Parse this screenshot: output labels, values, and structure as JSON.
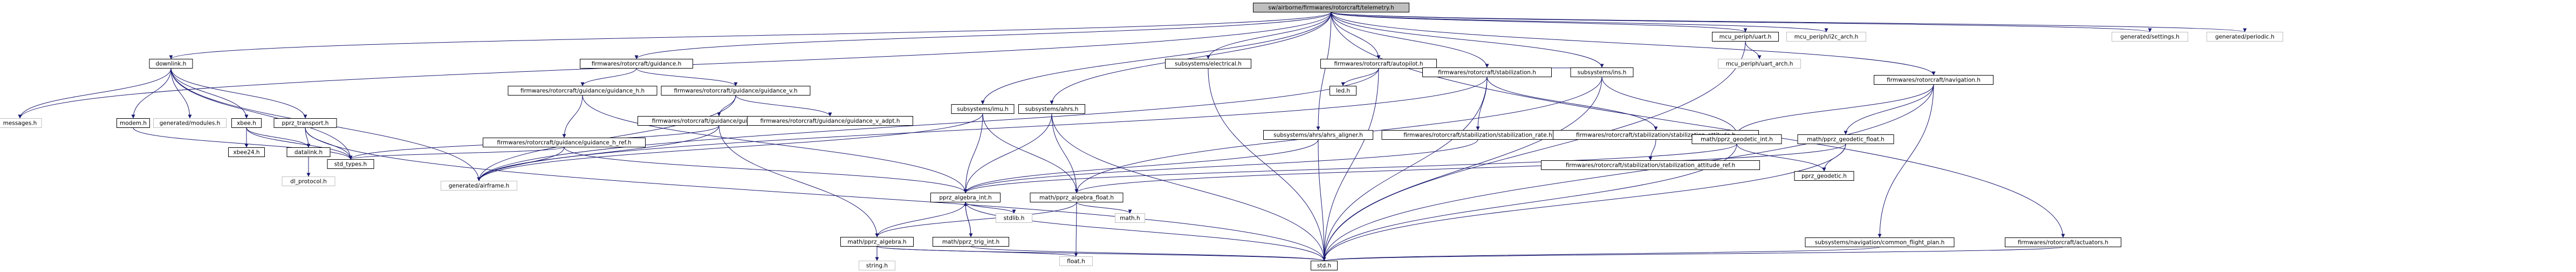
{
  "graph": {
    "title": "",
    "edge_color": "#191970",
    "node_fill_focus": "#bfbfbf",
    "node_border_internal": "#000000",
    "node_border_external": "#bfbfbf",
    "nodes": [
      {
        "id": "root",
        "label": "sw/airborne/firmwares/rotorcraft/telemetry.h",
        "kind": "focus"
      },
      {
        "id": "downlink",
        "label": "downlink.h",
        "kind": "internal"
      },
      {
        "id": "messages",
        "label": "messages.h",
        "kind": "external"
      },
      {
        "id": "modem",
        "label": "modem.h",
        "kind": "internal"
      },
      {
        "id": "generated_modules",
        "label": "generated/modules.h",
        "kind": "external"
      },
      {
        "id": "xbee",
        "label": "xbee.h",
        "kind": "internal"
      },
      {
        "id": "pprz_transport",
        "label": "pprz_transport.h",
        "kind": "internal"
      },
      {
        "id": "xbee24",
        "label": "xbee24.h",
        "kind": "internal"
      },
      {
        "id": "datalink",
        "label": "datalink.h",
        "kind": "internal"
      },
      {
        "id": "dl_protocol",
        "label": "dl_protocol.h",
        "kind": "external"
      },
      {
        "id": "std_types",
        "label": "std_types.h",
        "kind": "internal"
      },
      {
        "id": "airframe",
        "label": "generated/airframe.h",
        "kind": "external"
      },
      {
        "id": "guidance",
        "label": "firmwares/rotorcraft/guidance.h",
        "kind": "internal"
      },
      {
        "id": "guidance_h",
        "label": "firmwares/rotorcraft/guidance/guidance_h.h",
        "kind": "internal"
      },
      {
        "id": "guidance_v",
        "label": "firmwares/rotorcraft/guidance/guidance_v.h",
        "kind": "internal"
      },
      {
        "id": "guidance_h_ref",
        "label": "firmwares/rotorcraft/guidance/guidance_h_ref.h",
        "kind": "internal"
      },
      {
        "id": "guidance_v_ref",
        "label": "firmwares/rotorcraft/guidance/guidance_v_ref.h",
        "kind": "internal"
      },
      {
        "id": "guidance_v_adpt",
        "label": "firmwares/rotorcraft/guidance/guidance_v_adpt.h",
        "kind": "internal"
      },
      {
        "id": "ahrs",
        "label": "subsystems/ahrs.h",
        "kind": "internal"
      },
      {
        "id": "imu",
        "label": "subsystems/imu.h",
        "kind": "internal"
      },
      {
        "id": "pprz_algebra_int",
        "label": "pprz_algebra_int.h",
        "kind": "internal"
      },
      {
        "id": "pprz_algebra_float",
        "label": "math/pprz_algebra_float.h",
        "kind": "internal"
      },
      {
        "id": "pprz_algebra",
        "label": "math/pprz_algebra.h",
        "kind": "internal"
      },
      {
        "id": "pprz_trig_int",
        "label": "math/pprz_trig_int.h",
        "kind": "internal"
      },
      {
        "id": "stdlib",
        "label": "stdlib.h",
        "kind": "external"
      },
      {
        "id": "math",
        "label": "math.h",
        "kind": "external"
      },
      {
        "id": "string",
        "label": "string.h",
        "kind": "external"
      },
      {
        "id": "float",
        "label": "float.h",
        "kind": "external"
      },
      {
        "id": "std",
        "label": "std.h",
        "kind": "internal"
      },
      {
        "id": "electrical",
        "label": "subsystems/electrical.h",
        "kind": "internal"
      },
      {
        "id": "autopilot",
        "label": "firmwares/rotorcraft/autopilot.h",
        "kind": "internal"
      },
      {
        "id": "led",
        "label": "led.h",
        "kind": "internal"
      },
      {
        "id": "ahrs_aligner",
        "label": "subsystems/ahrs/ahrs_aligner.h",
        "kind": "internal"
      },
      {
        "id": "stabilization",
        "label": "firmwares/rotorcraft/stabilization.h",
        "kind": "internal"
      },
      {
        "id": "stab_rate",
        "label": "firmwares/rotorcraft/stabilization/stabilization_rate.h",
        "kind": "internal"
      },
      {
        "id": "stab_att",
        "label": "firmwares/rotorcraft/stabilization/stabilization_attitude.h",
        "kind": "internal"
      },
      {
        "id": "stab_att_ref",
        "label": "firmwares/rotorcraft/stabilization/stabilization_attitude_ref.h",
        "kind": "internal"
      },
      {
        "id": "ins",
        "label": "subsystems/ins.h",
        "kind": "internal"
      },
      {
        "id": "pprz_geodetic_int",
        "label": "math/pprz_geodetic_int.h",
        "kind": "internal"
      },
      {
        "id": "pprz_geodetic_float",
        "label": "math/pprz_geodetic_float.h",
        "kind": "internal"
      },
      {
        "id": "pprz_geodetic",
        "label": "pprz_geodetic.h",
        "kind": "internal"
      },
      {
        "id": "uart",
        "label": "mcu_periph/uart.h",
        "kind": "internal"
      },
      {
        "id": "uart_arch",
        "label": "mcu_periph/uart_arch.h",
        "kind": "external"
      },
      {
        "id": "i2c_arch",
        "label": "mcu_periph/i2c_arch.h",
        "kind": "external"
      },
      {
        "id": "navigation",
        "label": "firmwares/rotorcraft/navigation.h",
        "kind": "internal"
      },
      {
        "id": "common_flight_plan",
        "label": "subsystems/navigation/common_flight_plan.h",
        "kind": "internal"
      },
      {
        "id": "actuators",
        "label": "firmwares/rotorcraft/actuators.h",
        "kind": "internal"
      },
      {
        "id": "settings",
        "label": "generated/settings.h",
        "kind": "external"
      },
      {
        "id": "periodic",
        "label": "generated/periodic.h",
        "kind": "external"
      }
    ],
    "edges": [
      [
        "root",
        "downlink"
      ],
      [
        "root",
        "messages"
      ],
      [
        "root",
        "guidance"
      ],
      [
        "root",
        "electrical"
      ],
      [
        "root",
        "autopilot"
      ],
      [
        "root",
        "ahrs_aligner"
      ],
      [
        "root",
        "stabilization"
      ],
      [
        "root",
        "ins"
      ],
      [
        "root",
        "imu"
      ],
      [
        "root",
        "ahrs"
      ],
      [
        "root",
        "uart"
      ],
      [
        "root",
        "i2c_arch"
      ],
      [
        "root",
        "navigation"
      ],
      [
        "root",
        "actuators"
      ],
      [
        "root",
        "settings"
      ],
      [
        "root",
        "periodic"
      ],
      [
        "downlink",
        "messages"
      ],
      [
        "downlink",
        "modem"
      ],
      [
        "downlink",
        "generated_modules"
      ],
      [
        "downlink",
        "xbee"
      ],
      [
        "downlink",
        "pprz_transport"
      ],
      [
        "downlink",
        "airframe"
      ],
      [
        "downlink",
        "std_types"
      ],
      [
        "modem",
        "std_types"
      ],
      [
        "xbee",
        "xbee24"
      ],
      [
        "xbee",
        "datalink"
      ],
      [
        "xbee",
        "std_types"
      ],
      [
        "pprz_transport",
        "datalink"
      ],
      [
        "pprz_transport",
        "std_types"
      ],
      [
        "pprz_transport",
        "std"
      ],
      [
        "datalink",
        "dl_protocol"
      ],
      [
        "guidance",
        "guidance_h"
      ],
      [
        "guidance",
        "guidance_v"
      ],
      [
        "guidance_h",
        "guidance_h_ref"
      ],
      [
        "guidance_h",
        "pprz_algebra_int"
      ],
      [
        "guidance_h_ref",
        "airframe"
      ],
      [
        "guidance_h_ref",
        "std_types"
      ],
      [
        "guidance_h_ref",
        "pprz_algebra_int"
      ],
      [
        "guidance_v",
        "guidance_v_ref"
      ],
      [
        "guidance_v",
        "guidance_v_adpt"
      ],
      [
        "guidance_v",
        "airframe"
      ],
      [
        "guidance_v_ref",
        "airframe"
      ],
      [
        "guidance_v_ref",
        "std_types"
      ],
      [
        "guidance_v_ref",
        "pprz_algebra"
      ],
      [
        "imu",
        "pprz_algebra_int"
      ],
      [
        "imu",
        "pprz_algebra_float"
      ],
      [
        "imu",
        "airframe"
      ],
      [
        "ahrs",
        "pprz_algebra_int"
      ],
      [
        "ahrs",
        "pprz_algebra_float"
      ],
      [
        "ahrs",
        "std"
      ],
      [
        "pprz_algebra_int",
        "pprz_algebra"
      ],
      [
        "pprz_algebra_int",
        "pprz_trig_int"
      ],
      [
        "pprz_algebra_int",
        "stdlib"
      ],
      [
        "pprz_algebra_int",
        "std"
      ],
      [
        "pprz_algebra_float",
        "pprz_algebra"
      ],
      [
        "pprz_algebra_float",
        "math"
      ],
      [
        "pprz_algebra_float",
        "float"
      ],
      [
        "pprz_trig_int",
        "pprz_algebra_int"
      ],
      [
        "pprz_trig_int",
        "std"
      ],
      [
        "pprz_algebra",
        "float"
      ],
      [
        "pprz_algebra",
        "string"
      ],
      [
        "pprz_algebra",
        "std"
      ],
      [
        "electrical",
        "std"
      ],
      [
        "autopilot",
        "led"
      ],
      [
        "autopilot",
        "std"
      ],
      [
        "autopilot",
        "airframe"
      ],
      [
        "autopilot",
        "ins"
      ],
      [
        "ahrs_aligner",
        "pprz_algebra_int"
      ],
      [
        "ahrs_aligner",
        "std"
      ],
      [
        "stabilization",
        "stab_rate"
      ],
      [
        "stabilization",
        "stab_att"
      ],
      [
        "stabilization",
        "std"
      ],
      [
        "stabilization",
        "airframe"
      ],
      [
        "stab_rate",
        "pprz_algebra_int"
      ],
      [
        "stab_att",
        "stab_att_ref"
      ],
      [
        "ins",
        "pprz_geodetic_int"
      ],
      [
        "ins",
        "pprz_algebra_float"
      ],
      [
        "ins",
        "std"
      ],
      [
        "pprz_geodetic_int",
        "pprz_geodetic"
      ],
      [
        "pprz_geodetic_int",
        "pprz_algebra_int"
      ],
      [
        "pprz_geodetic_int",
        "std"
      ],
      [
        "pprz_geodetic_float",
        "pprz_geodetic"
      ],
      [
        "pprz_geodetic_float",
        "pprz_algebra_float"
      ],
      [
        "pprz_geodetic_float",
        "std"
      ],
      [
        "uart",
        "uart_arch"
      ],
      [
        "uart",
        "std"
      ],
      [
        "navigation",
        "pprz_geodetic_int"
      ],
      [
        "navigation",
        "pprz_geodetic_float"
      ],
      [
        "navigation",
        "common_flight_plan"
      ],
      [
        "navigation",
        "std"
      ],
      [
        "common_flight_plan",
        "std"
      ],
      [
        "actuators",
        "std"
      ]
    ]
  }
}
